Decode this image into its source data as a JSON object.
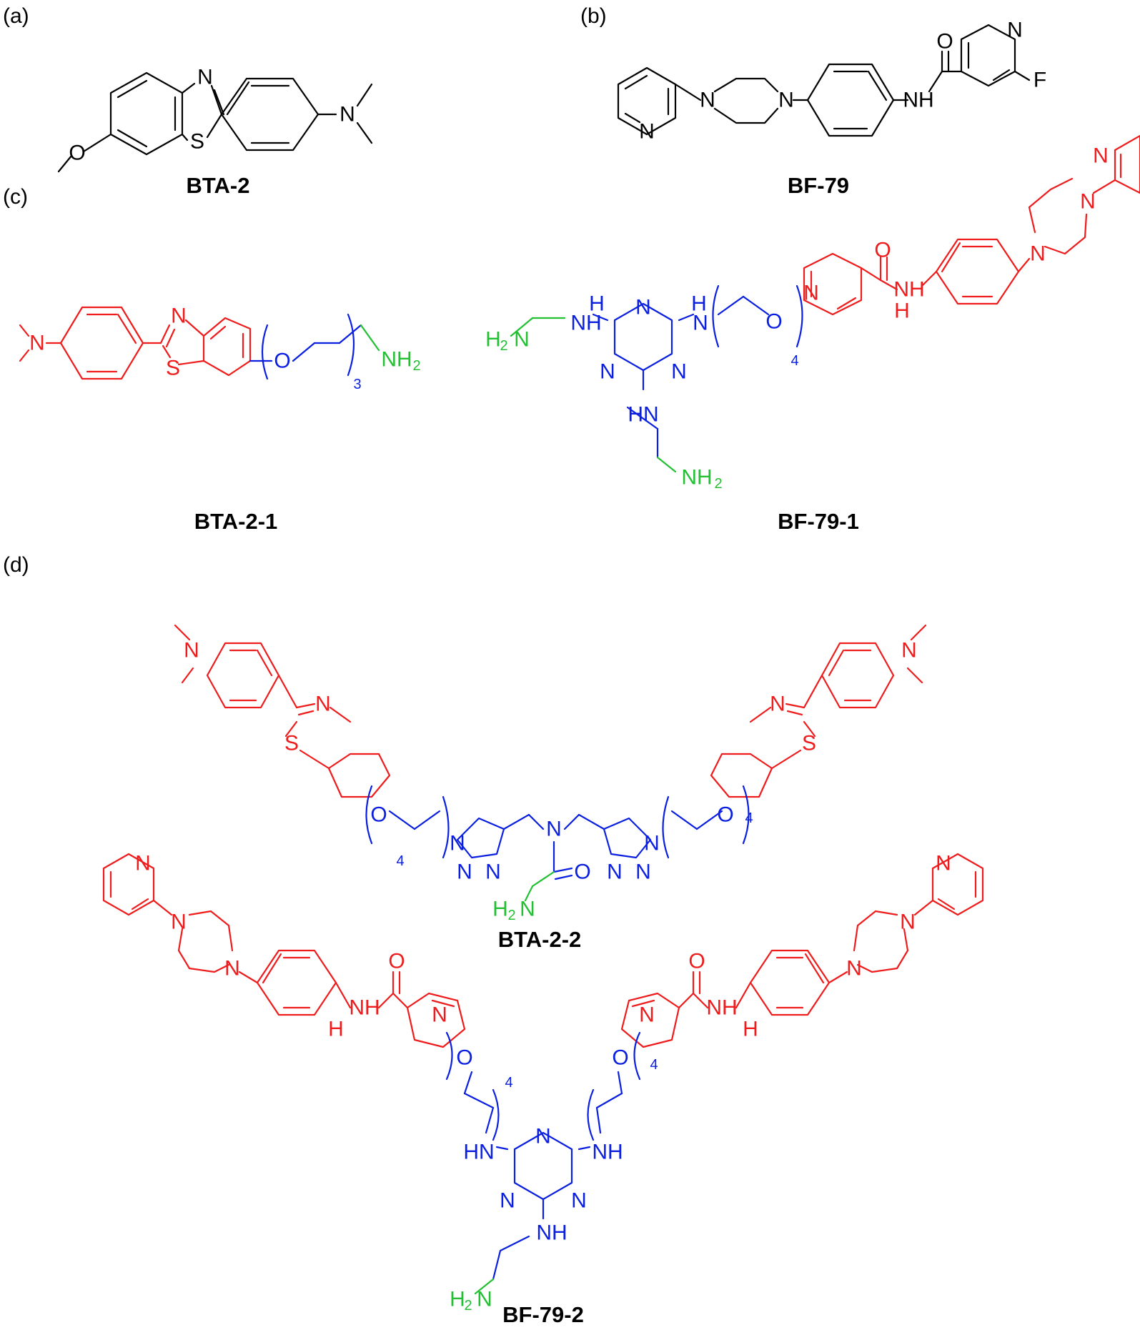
{
  "panels": [
    {
      "tag": "(a)",
      "compound": "BTA-2"
    },
    {
      "tag": "(b)",
      "compound": "BF-79"
    },
    {
      "tag": "(c)",
      "compound_left": "BTA-2-1",
      "compound_right": "BF-79-1"
    },
    {
      "tag": "(d)",
      "compound_top": "BTA-2-2",
      "compound_bottom": "BF-79-2"
    }
  ],
  "atoms": {
    "N": "N",
    "S": "S",
    "O": "O",
    "F": "F",
    "NH": "NH",
    "HN": "HN",
    "H": "H",
    "NH2_main": "NH",
    "H2N_main": "H",
    "N_label": "N",
    "two": "2"
  },
  "repeat_counts": {
    "bta21": "3",
    "bf791": "4",
    "bta22_left": "4",
    "bta22_right": "4",
    "bf792_left": "4",
    "bf792_right": "4"
  },
  "colors": {
    "scaffold_black": "#000000",
    "pharmacophore": "#ee1c1c",
    "linker": "#0a1fe0",
    "amine": "#22c032"
  }
}
